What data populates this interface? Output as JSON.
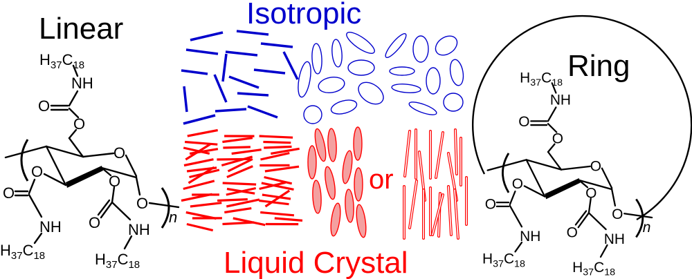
{
  "titles": {
    "linear": "Linear",
    "ring": "Ring",
    "isotropic": "Isotropic",
    "liquid_crystal": "Liquid Crystal",
    "or": "or"
  },
  "chem": {
    "oxygen": "O",
    "nh": "NH",
    "alkyl_h": "H",
    "alkyl_h_sub": "37",
    "alkyl_c": "C",
    "alkyl_c_sub": "18",
    "repeat": "n"
  },
  "colors": {
    "isotropic": "#0000cc",
    "liquid_crystal": "#ff0000",
    "liquid_crystal_fill": "#f4a0a0",
    "structure": "#000000"
  }
}
